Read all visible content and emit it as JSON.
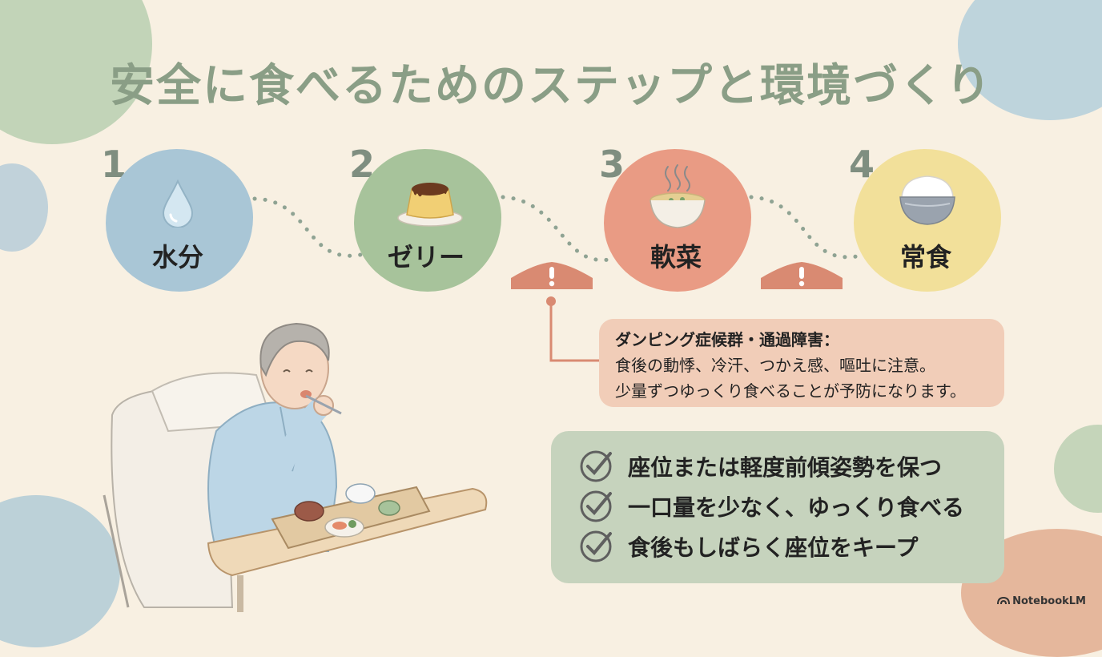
{
  "title": "安全に食べるためのステップと環境づくり",
  "steps": [
    {
      "number": "1",
      "label": "水分",
      "icon": "water-drop-icon",
      "color": "#a9c6d6"
    },
    {
      "number": "2",
      "label": "ゼリー",
      "icon": "pudding-icon",
      "color": "#a7c39b"
    },
    {
      "number": "3",
      "label": "軟菜",
      "icon": "soup-bowl-icon",
      "color": "#e99b84"
    },
    {
      "number": "4",
      "label": "常食",
      "icon": "rice-bowl-icon",
      "color": "#f2e09a"
    }
  ],
  "warning_icon": "exclamation-icon",
  "warning_note": {
    "lines": [
      "ダンピング症候群・通過障害：",
      "食後の動悸、冷汗、つかえ感、嘔吐に注意。",
      "少量ずつゆっくり食べることが予防になります。"
    ]
  },
  "checklist": {
    "items": [
      "座位または軽度前傾姿勢を保つ",
      "一口量を少なく、ゆっくり食べる",
      "食後もしばらく座位をキープ"
    ]
  },
  "illustration": "patient-eating-in-bed-illustration",
  "brand": "NotebookLM",
  "colors": {
    "background": "#f8f0e2",
    "title": "#8a9e86",
    "warning": "#d98a72",
    "note_bg": "#f1cdb8",
    "checklist_bg": "#c6d3bd"
  }
}
